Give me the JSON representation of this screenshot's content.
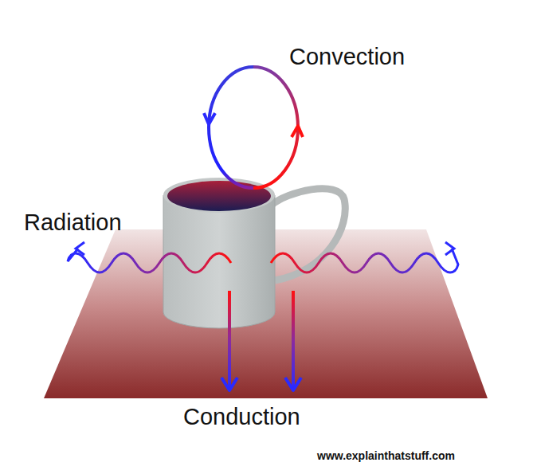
{
  "diagram": {
    "labels": [
      "Convection",
      "Radiation",
      "Conduction",
      "www.explainthatstuff.com"
    ]
  }
}
